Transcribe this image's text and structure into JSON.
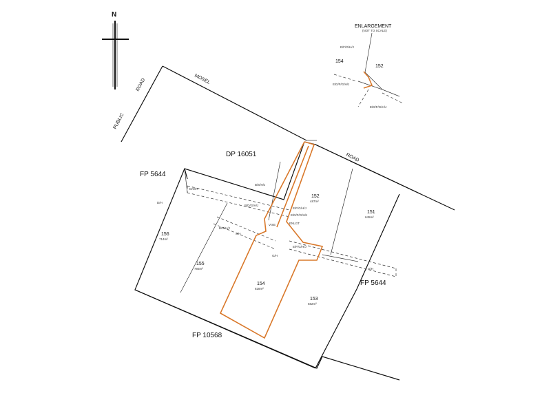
{
  "north": {
    "label": "N",
    "icon": "north-arrow-icon"
  },
  "roads": {
    "public": "PUBLIC",
    "road1": "ROAD",
    "mosel": "MOSEL",
    "road2": "ROAD"
  },
  "parcels": {
    "dp": "DP 16051",
    "fp_left": "FP 5644",
    "fp_right": "FP 5644",
    "fp_bottom": "FP 10568"
  },
  "lots": [
    {
      "id": "152",
      "area": "487m²"
    },
    {
      "id": "151",
      "area": "645m²"
    },
    {
      "id": "156",
      "area": "714m²"
    },
    {
      "id": "155",
      "area": "793m²"
    },
    {
      "id": "154",
      "area": "828m²"
    },
    {
      "id": "153",
      "area": "682m²"
    }
  ],
  "easements": {
    "do_h": "D/O/H",
    "d_h": "D/H",
    "b_s_h_j": "B/S/H/J",
    "b_d_g_h_j": "B/D/G/H/J",
    "e_f_g_h_j": "E/F/G/H/J",
    "e_d_f_g_h_j": "E/D/F/G/H/J",
    "b_g_h_j": "B/G/H/J",
    "s_h": "S/H",
    "g_h": "G/H",
    "e_f_g_h_j_2": "E/F/G/H/J",
    "g_h_2": "G/H",
    "vise": "VISE",
    "enlgt": "ENLGT"
  },
  "enlargement": {
    "title": "ENLARGEMENT",
    "subtitle": "(NOT TO SCALE)",
    "lot_left": "154",
    "lot_right": "152",
    "e1": "E/F/G/H/J",
    "e2": "E/D/F/G/H/J",
    "e3": "E/D/F/G/H/J"
  }
}
